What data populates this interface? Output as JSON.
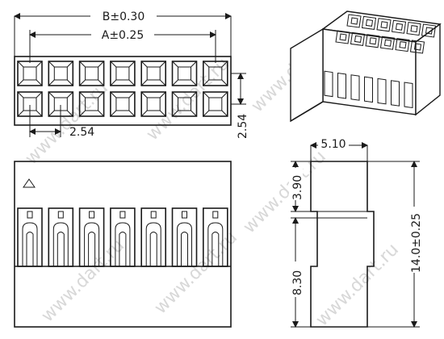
{
  "watermark": "www.dart.ru",
  "top_view": {
    "dim_b": "B±0.30",
    "dim_a": "A±0.25",
    "pitch_h": "2.54",
    "pitch_v": "2.54"
  },
  "side_view": {
    "width": "5.10",
    "upper": "3.90",
    "lower": "8.30",
    "height": "14.0±0.25"
  }
}
